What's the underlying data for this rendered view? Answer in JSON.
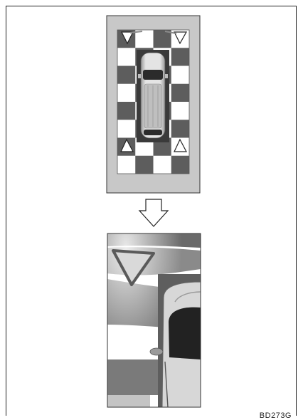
{
  "figure_code": "BD273G",
  "colors": {
    "frame_gray": "#c8c8c8",
    "dark_square": "#5d5d5d",
    "light_square": "#ffffff",
    "line": "#333333"
  },
  "icons": [
    "top-view-diagram",
    "down-arrow-icon",
    "camera-view-diagram",
    "triangle-marker-icon",
    "vehicle-icon"
  ]
}
